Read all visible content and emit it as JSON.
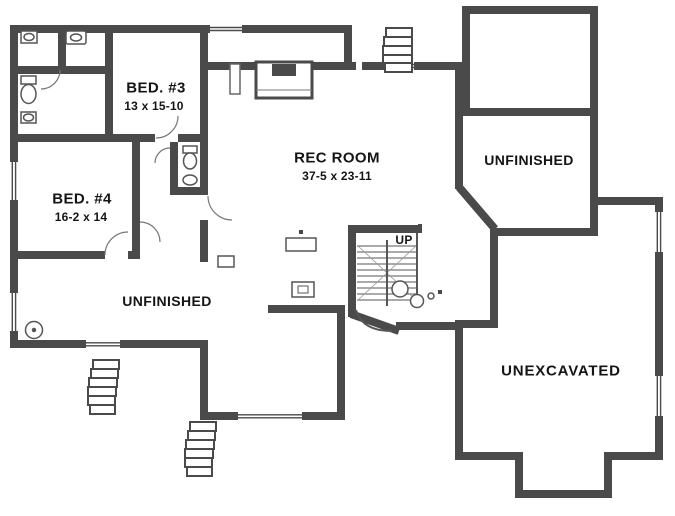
{
  "rooms": {
    "bed3": {
      "label": "BED. #3",
      "dims": "13 x 15-10"
    },
    "bed4": {
      "label": "BED. #4",
      "dims": "16-2 x 14"
    },
    "rec_room": {
      "label": "REC  ROOM",
      "dims": "37-5 x 23-11"
    },
    "unfinished_right": {
      "label": "UNFINISHED"
    },
    "unfinished_left": {
      "label": "UNFINISHED"
    },
    "unexcavated": {
      "label": "UNEXCAVATED"
    },
    "stairs": {
      "label": "UP"
    }
  },
  "colors": {
    "wall": "#4a4a4a",
    "background": "#ffffff",
    "fixture_line": "#555555",
    "text": "#141414"
  }
}
